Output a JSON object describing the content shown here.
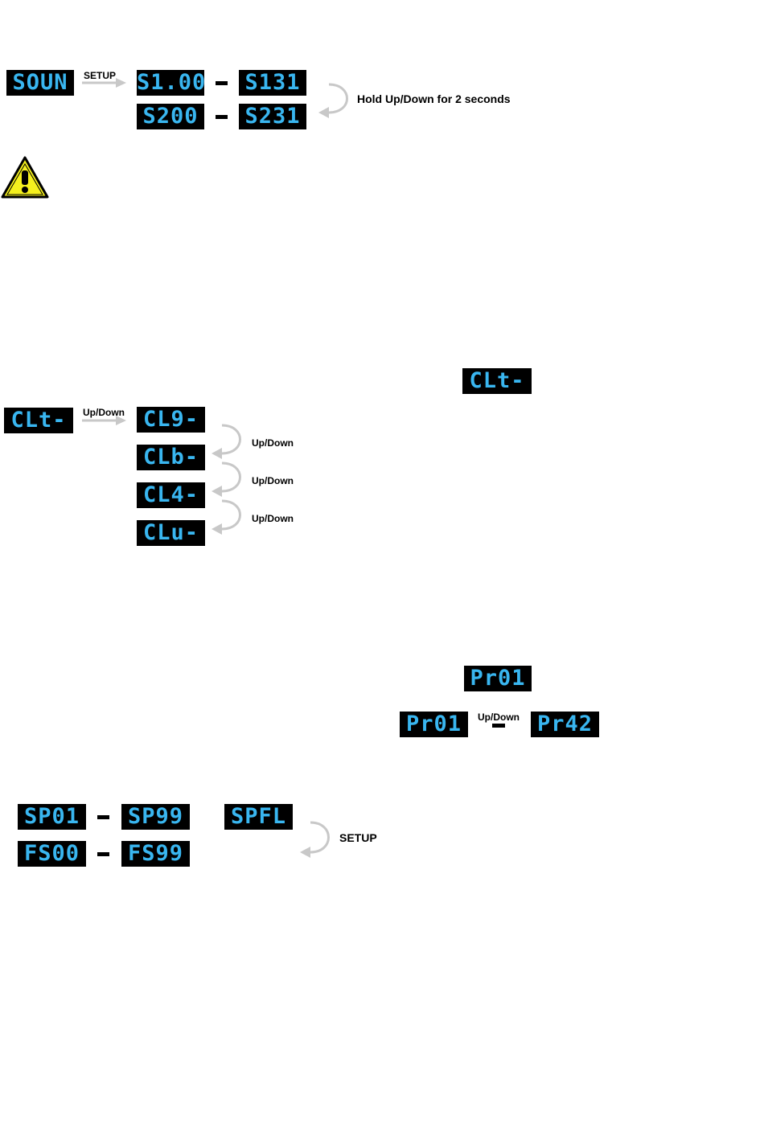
{
  "colors": {
    "lcd_bg": "#000000",
    "lcd_text": "#39b6f0",
    "arrow": "#c8c8c8",
    "warning_fill": "#f5f01e"
  },
  "sound": {
    "start": "SOUN",
    "setup_label": "SETUP",
    "row1": [
      "S1.00",
      "S131"
    ],
    "row2": [
      "S200",
      "S231"
    ],
    "hold_label": "Hold Up/Down for 2 seconds"
  },
  "warning": {
    "icon": "warning-triangle-icon"
  },
  "color_menu": {
    "top_display": "CLt-",
    "start": "CLt-",
    "updown_label": "Up/Down",
    "options": [
      "CL9-",
      "CLb-",
      "CL4-",
      "CLu-"
    ],
    "step_labels": [
      "Up/Down",
      "Up/Down",
      "Up/Down"
    ]
  },
  "program": {
    "top_display": "Pr01",
    "range_start": "Pr01",
    "range_label": "Up/Down",
    "range_end": "Pr42"
  },
  "speed": {
    "row1": [
      "SP01",
      "SP99"
    ],
    "row2": [
      "FS00",
      "FS99"
    ],
    "extra": "SPFL",
    "setup_label": "SETUP"
  }
}
